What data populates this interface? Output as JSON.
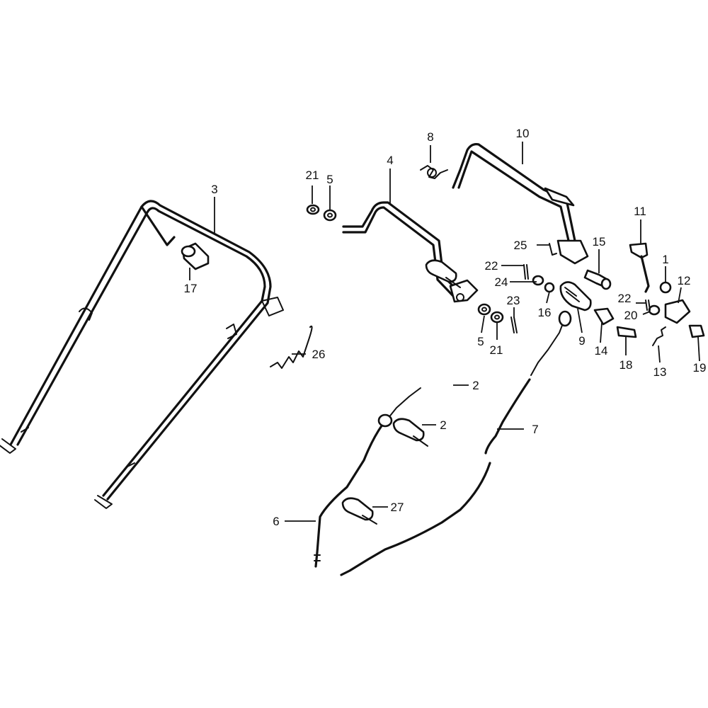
{
  "diagram": {
    "background": "#ffffff",
    "line_color": "#111111",
    "callouts": {
      "c1": "1",
      "c2a": "2",
      "c2b": "2",
      "c3": "3",
      "c4": "4",
      "c5a": "5",
      "c5b": "5",
      "c6": "6",
      "c7": "7",
      "c8": "8",
      "c9": "9",
      "c10": "10",
      "c11": "11",
      "c12": "12",
      "c13": "13",
      "c14": "14",
      "c15": "15",
      "c16": "16",
      "c17": "17",
      "c18": "18",
      "c19": "19",
      "c20": "20",
      "c21a": "21",
      "c21b": "21",
      "c22a": "22",
      "c22b": "22",
      "c23": "23",
      "c24": "24",
      "c25": "25",
      "c26": "26",
      "c27": "27"
    }
  }
}
